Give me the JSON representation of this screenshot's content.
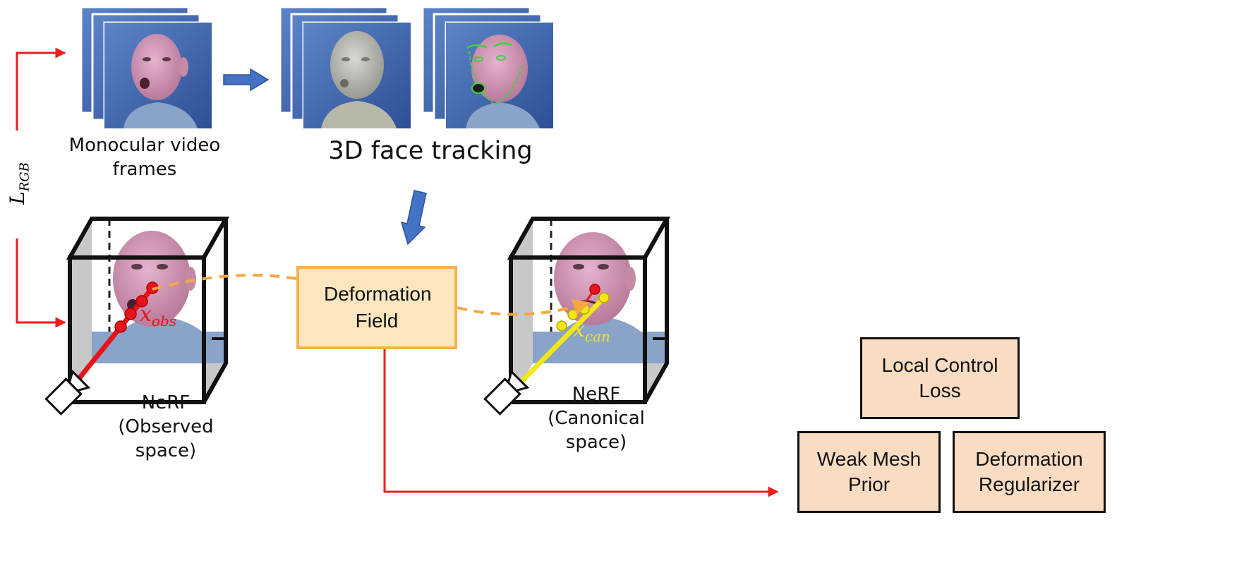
{
  "loss_label": "L",
  "loss_sub": "RGB",
  "captions": {
    "monocular": "Monocular video frames",
    "tracking": "3D face tracking",
    "nerf_observed": "NeRF (Observed space)",
    "nerf_canonical": "NeRF (Canonical space)"
  },
  "deformation_field": "Deformation Field",
  "point_labels": {
    "x_obs": "x",
    "x_obs_sub": "obs",
    "x_can": "x",
    "x_can_sub": "can"
  },
  "losses": {
    "local_control": "Local Control Loss",
    "weak_mesh_prior": "Weak Mesh Prior",
    "deformation_regularizer": "Deformation Regularizer"
  },
  "colors": {
    "red_arrow": "#ee1c1c",
    "blue_arrow": "#4472c4",
    "orange_dashed": "#f5a742",
    "ray_observed": "#e8141c",
    "ray_canonical": "#f4e619",
    "loss_fill": "#f9dcc2",
    "deformation_fill": "#fde6bf"
  }
}
